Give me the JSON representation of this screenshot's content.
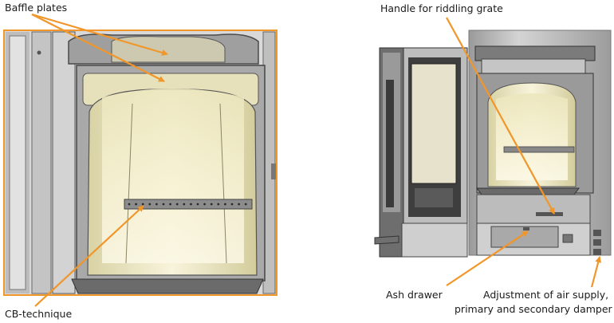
{
  "labels": {
    "baffle_plates": "Baffle plates",
    "cb_technique": "CB-technique",
    "handle": "Handle for riddling grate",
    "ash_drawer": "Ash drawer",
    "adjustment_line1": "Adjustment of air supply,",
    "adjustment_line2": "primary and secondary damper"
  },
  "colors": {
    "callout_arrow": "#f0962a",
    "frame_border": "#f0962a",
    "ceramic_light": "#f6f1cf",
    "ceramic_shade": "#d9d3a8",
    "metal_dark": "#4a4a4a",
    "metal_mid": "#8a8a8a",
    "metal_light": "#c8c8c8"
  }
}
